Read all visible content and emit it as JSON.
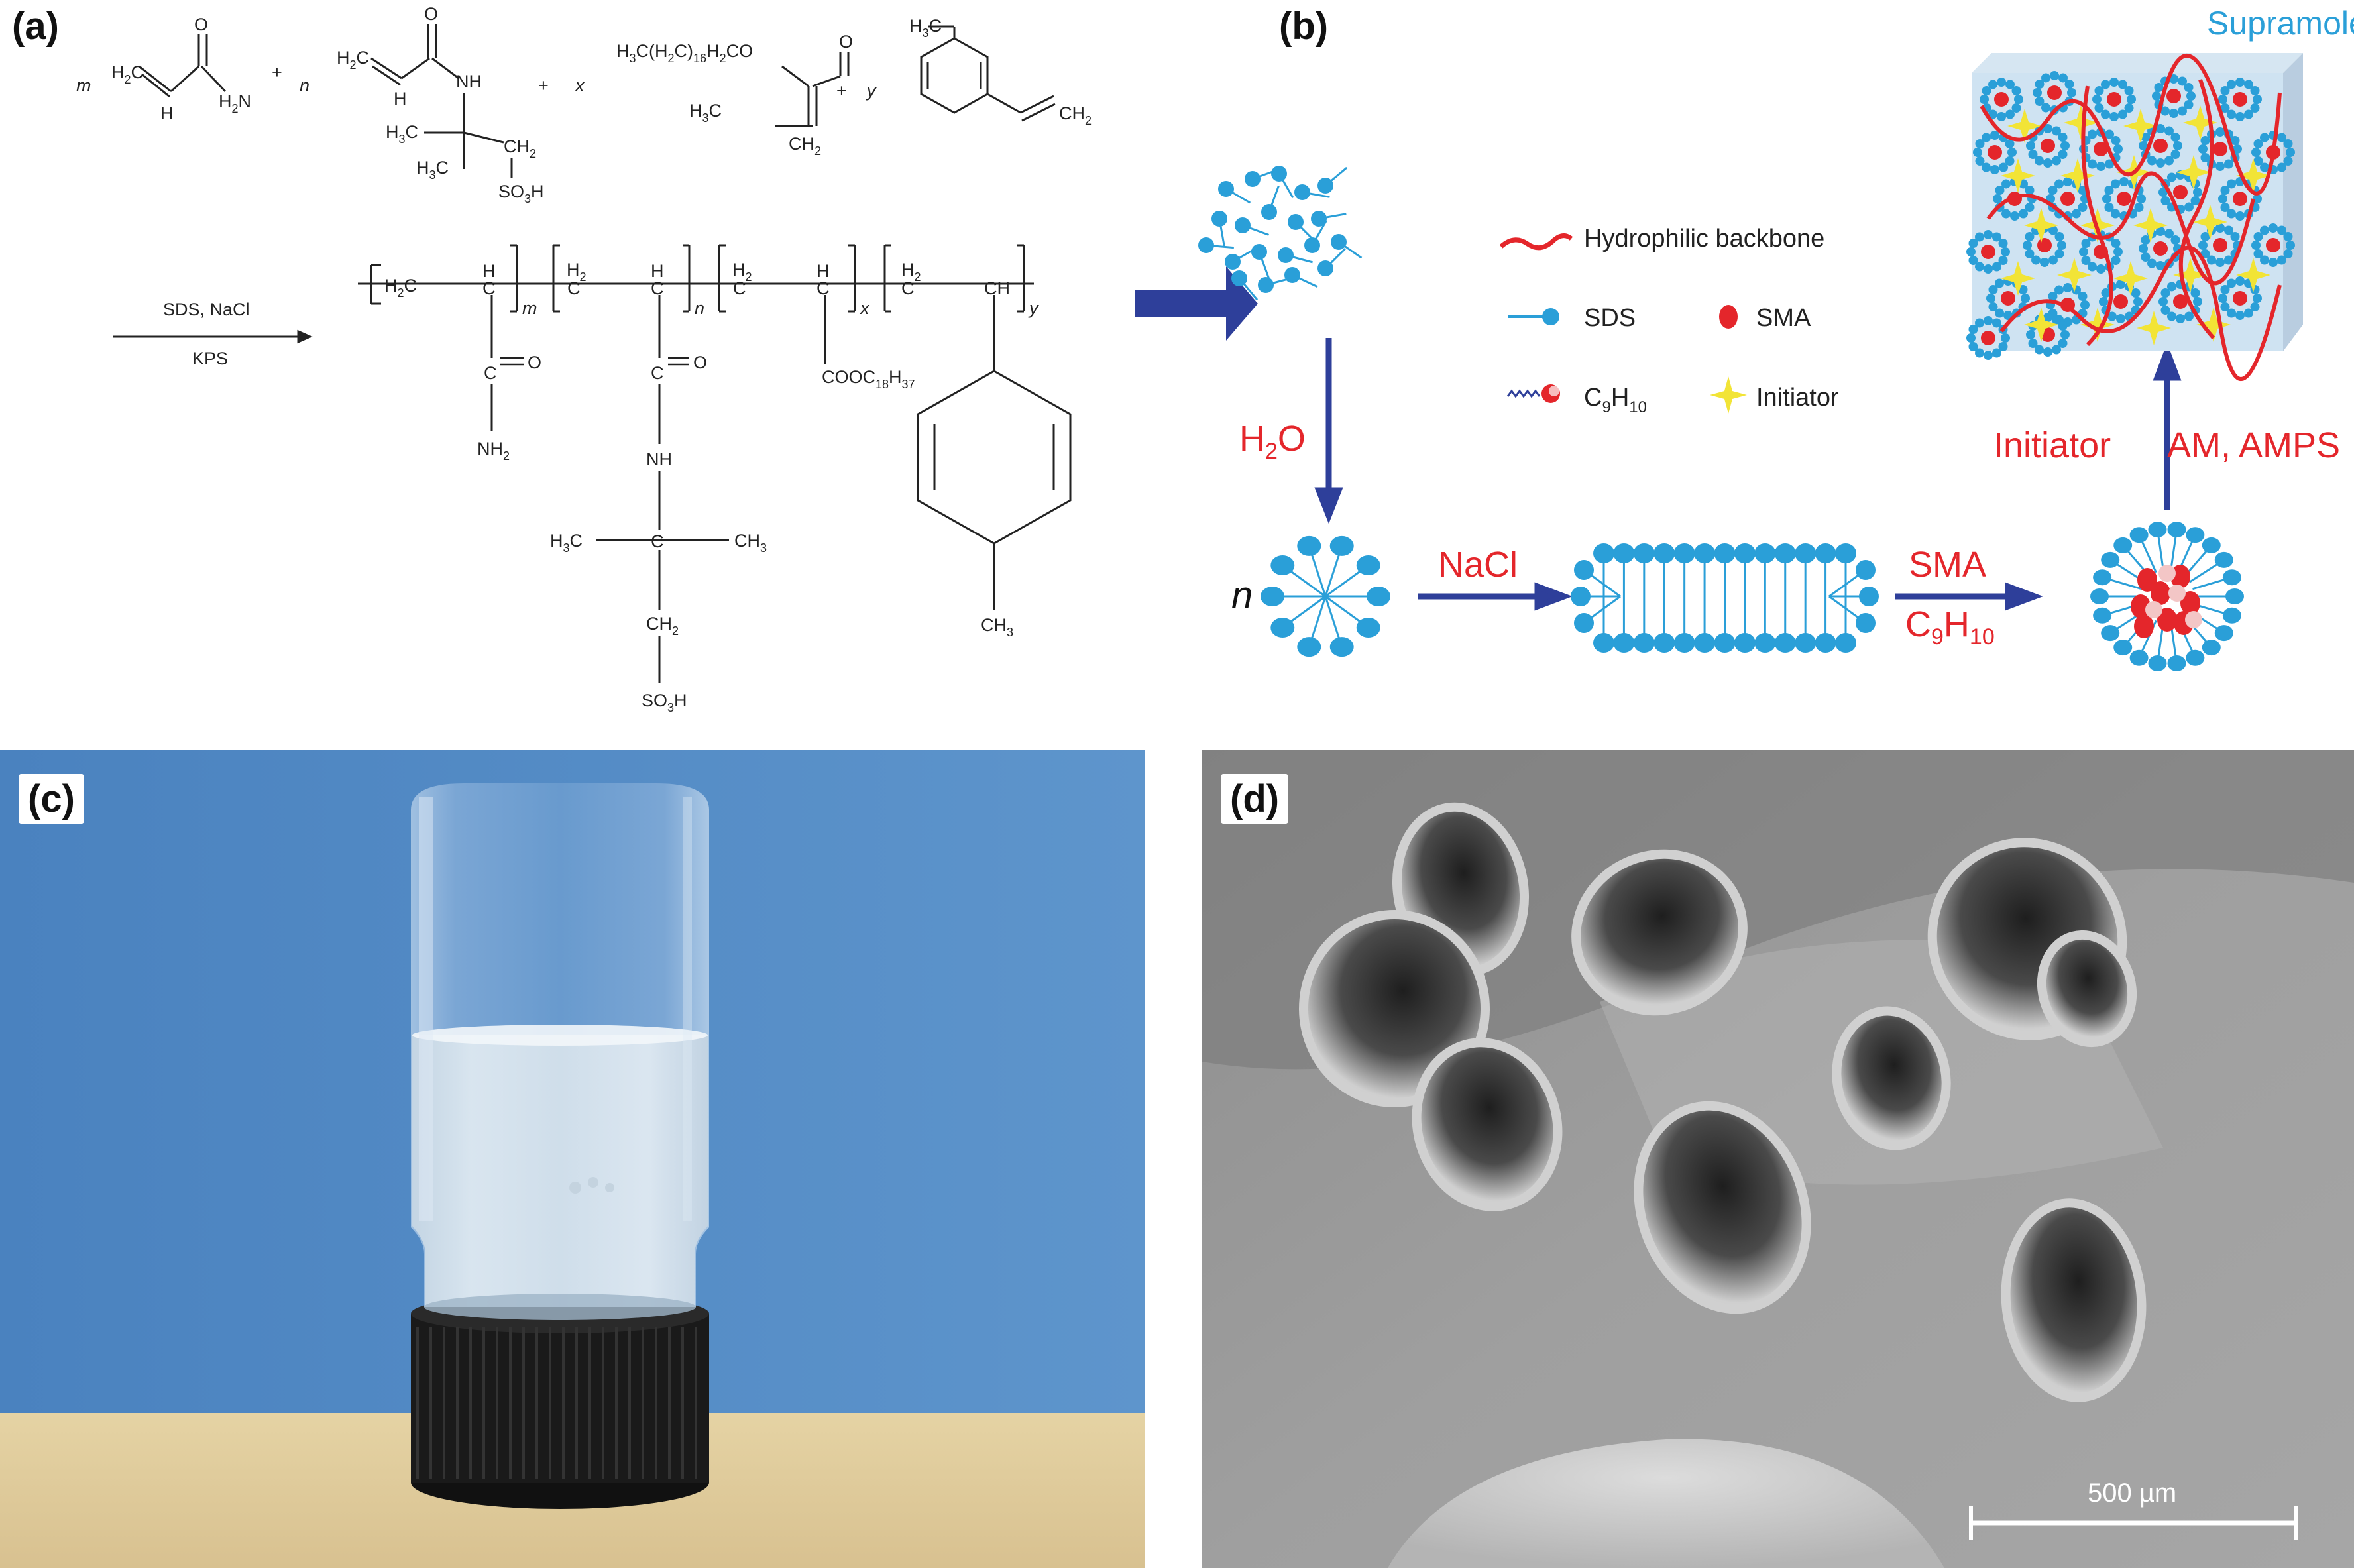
{
  "panels": {
    "a": {
      "label": "(a)"
    },
    "b": {
      "label": "(b)"
    },
    "c": {
      "label": "(c)"
    },
    "d": {
      "label": "(d)"
    }
  },
  "reaction": {
    "coef_m": "m",
    "coef_n": "n",
    "coef_x": "x",
    "coef_y": "y",
    "plus": "+",
    "am": {
      "ch2_h": "H",
      "ch2_c": "C",
      "ch_h": "H",
      "o": "O",
      "nh2_h": "H",
      "nh2_n": "N"
    },
    "amps": {
      "nh": "NH",
      "o": "O",
      "h": "H",
      "h3c": "H",
      "ch2": "CH",
      "so3h": "SO"
    },
    "sma_top": "H3C(H2C)16H2CO",
    "sma_o": "O",
    "vt_h3c": "H3C",
    "vt_ch2": "CH2",
    "cond_top": "SDS, NaCl",
    "cond_bottom": "KPS",
    "product": {
      "h2c": "H2C",
      "ch": "CH",
      "c": "C",
      "h": "H",
      "o": "O",
      "nh2": "NH2",
      "nh": "NH",
      "h3c": "H3C",
      "ch3": "CH3",
      "ch2": "CH2",
      "so3h": "SO3H",
      "cooc": "COOC18H37",
      "h2": "H2",
      "sub_m": "m",
      "sub_n": "n",
      "sub_x": "x",
      "sub_y": "y"
    }
  },
  "scheme": {
    "gel_title": "Supramolecular gel",
    "water": "H2O",
    "n": "n",
    "nacl": "NaCl",
    "sma": "SMA",
    "c9h10": "C9H10",
    "initiator": "Initiator",
    "am_amps": "AM, AMPS",
    "legend": {
      "backbone": "Hydrophilic backbone",
      "sds": "SDS",
      "sma": "SMA",
      "c9h10": "C9H10",
      "initiator": "Initiator"
    },
    "colors": {
      "blue": "#2a9fd8",
      "arrow": "#2e3f9a",
      "red": "#e4262b",
      "yellow": "#f2e436"
    }
  },
  "photo": {
    "background": "#3f78b8",
    "table": "#e3cf9e",
    "cap": "#1a1a1a"
  },
  "sem": {
    "scale_bar": "500 µm"
  }
}
